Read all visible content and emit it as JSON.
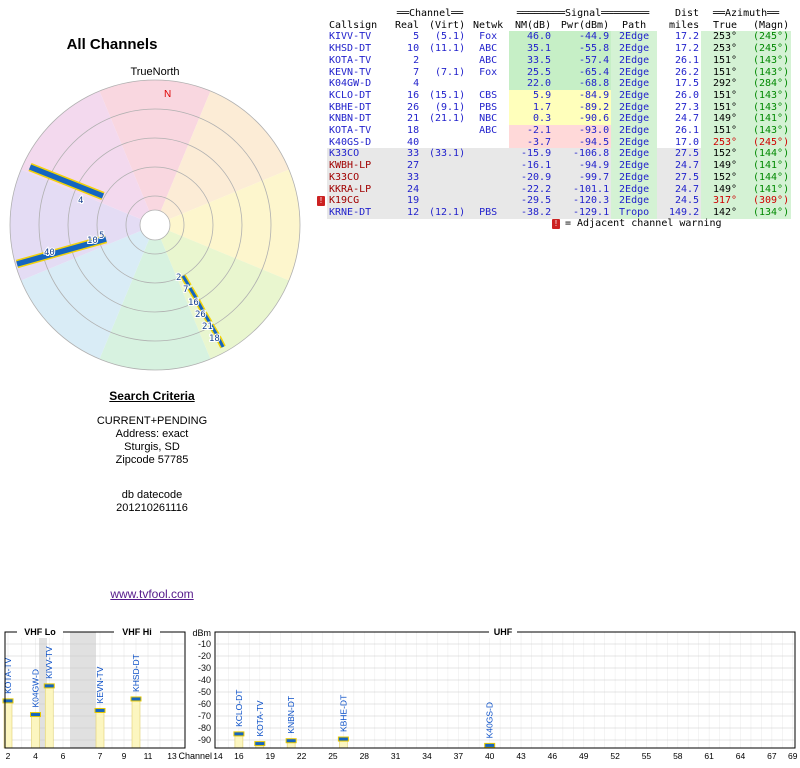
{
  "table": {
    "group_headers": {
      "channel": "══Channel══",
      "signal": "════════Signal════════",
      "dist": "Dist",
      "azimuth": "══Azimuth══"
    },
    "columns": [
      "Callsign",
      "Real",
      "(Virt)",
      "Netwk",
      "NM(dB)",
      "Pwr(dBm)",
      "Path",
      "miles",
      "True",
      "(Magn)"
    ],
    "legend": "= Adjacent channel warning",
    "rows": [
      {
        "callsign": "KIVV-TV",
        "real": "5",
        "virt": "(5.1)",
        "netwk": "Fox",
        "nm": "46.0",
        "pwr": "-44.9",
        "path": "2Edge",
        "miles": "17.2",
        "az_true": "253°",
        "az_magn": "(245°)",
        "grade": "green",
        "analog": false,
        "warning": false,
        "red_azimuth": false
      },
      {
        "callsign": "KHSD-DT",
        "real": "10",
        "virt": "(11.1)",
        "netwk": "ABC",
        "nm": "35.1",
        "pwr": "-55.8",
        "path": "2Edge",
        "miles": "17.2",
        "az_true": "253°",
        "az_magn": "(245°)",
        "grade": "green",
        "analog": false,
        "warning": false,
        "red_azimuth": false
      },
      {
        "callsign": "KOTA-TV",
        "real": "2",
        "virt": "",
        "netwk": "ABC",
        "nm": "33.5",
        "pwr": "-57.4",
        "path": "2Edge",
        "miles": "26.1",
        "az_true": "151°",
        "az_magn": "(143°)",
        "grade": "green",
        "analog": false,
        "warning": false,
        "red_azimuth": false
      },
      {
        "callsign": "KEVN-TV",
        "real": "7",
        "virt": "(7.1)",
        "netwk": "Fox",
        "nm": "25.5",
        "pwr": "-65.4",
        "path": "2Edge",
        "miles": "26.2",
        "az_true": "151°",
        "az_magn": "(143°)",
        "grade": "green",
        "analog": false,
        "warning": false,
        "red_azimuth": false
      },
      {
        "callsign": "K04GW-D",
        "real": "4",
        "virt": "",
        "netwk": "",
        "nm": "22.0",
        "pwr": "-68.8",
        "path": "2Edge",
        "miles": "17.5",
        "az_true": "292°",
        "az_magn": "(284°)",
        "grade": "green",
        "analog": false,
        "warning": false,
        "red_azimuth": false
      },
      {
        "callsign": "KCLO-DT",
        "real": "16",
        "virt": "(15.1)",
        "netwk": "CBS",
        "nm": "5.9",
        "pwr": "-84.9",
        "path": "2Edge",
        "miles": "26.0",
        "az_true": "151°",
        "az_magn": "(143°)",
        "grade": "yellow",
        "analog": false,
        "warning": false,
        "red_azimuth": false
      },
      {
        "callsign": "KBHE-DT",
        "real": "26",
        "virt": "(9.1)",
        "netwk": "PBS",
        "nm": "1.7",
        "pwr": "-89.2",
        "path": "2Edge",
        "miles": "27.3",
        "az_true": "151°",
        "az_magn": "(143°)",
        "grade": "yellow",
        "analog": false,
        "warning": false,
        "red_azimuth": false
      },
      {
        "callsign": "KNBN-DT",
        "real": "21",
        "virt": "(21.1)",
        "netwk": "NBC",
        "nm": "0.3",
        "pwr": "-90.6",
        "path": "2Edge",
        "miles": "24.7",
        "az_true": "149°",
        "az_magn": "(141°)",
        "grade": "yellow",
        "analog": false,
        "warning": false,
        "red_azimuth": false
      },
      {
        "callsign": "KOTA-TV",
        "real": "18",
        "virt": "",
        "netwk": "ABC",
        "nm": "-2.1",
        "pwr": "-93.0",
        "path": "2Edge",
        "miles": "26.1",
        "az_true": "151°",
        "az_magn": "(143°)",
        "grade": "pink",
        "analog": false,
        "warning": false,
        "red_azimuth": false
      },
      {
        "callsign": "K40GS-D",
        "real": "40",
        "virt": "",
        "netwk": "",
        "nm": "-3.7",
        "pwr": "-94.5",
        "path": "2Edge",
        "miles": "17.0",
        "az_true": "253°",
        "az_magn": "(245°)",
        "grade": "pink",
        "analog": false,
        "warning": false,
        "red_azimuth": true
      },
      {
        "callsign": "K33CO",
        "real": "33",
        "virt": "(33.1)",
        "netwk": "",
        "nm": "-15.9",
        "pwr": "-106.8",
        "path": "2Edge",
        "miles": "27.5",
        "az_true": "152°",
        "az_magn": "(144°)",
        "grade": "gray",
        "analog": false,
        "warning": false,
        "red_azimuth": false
      },
      {
        "callsign": "KWBH-LP",
        "real": "27",
        "virt": "",
        "netwk": "",
        "nm": "-16.1",
        "pwr": "-94.9",
        "path": "2Edge",
        "miles": "24.7",
        "az_true": "149°",
        "az_magn": "(141°)",
        "grade": "gray",
        "analog": true,
        "warning": false,
        "red_azimuth": false
      },
      {
        "callsign": "K33CO",
        "real": "33",
        "virt": "",
        "netwk": "",
        "nm": "-20.9",
        "pwr": "-99.7",
        "path": "2Edge",
        "miles": "27.5",
        "az_true": "152°",
        "az_magn": "(144°)",
        "grade": "gray",
        "analog": true,
        "warning": false,
        "red_azimuth": false
      },
      {
        "callsign": "KKRA-LP",
        "real": "24",
        "virt": "",
        "netwk": "",
        "nm": "-22.2",
        "pwr": "-101.1",
        "path": "2Edge",
        "miles": "24.7",
        "az_true": "149°",
        "az_magn": "(141°)",
        "grade": "gray",
        "analog": true,
        "warning": false,
        "red_azimuth": false
      },
      {
        "callsign": "K19CG",
        "real": "19",
        "virt": "",
        "netwk": "",
        "nm": "-29.5",
        "pwr": "-120.3",
        "path": "2Edge",
        "miles": "24.5",
        "az_true": "317°",
        "az_magn": "(309°)",
        "grade": "gray",
        "analog": true,
        "warning": true,
        "red_azimuth": true
      },
      {
        "callsign": "KRNE-DT",
        "real": "12",
        "virt": "(12.1)",
        "netwk": "PBS",
        "nm": "-38.2",
        "pwr": "-129.1",
        "path": "Tropo",
        "miles": "149.2",
        "az_true": "142°",
        "az_magn": "(134°)",
        "grade": "gray",
        "analog": false,
        "warning": false,
        "red_azimuth": false
      }
    ]
  },
  "search": {
    "heading": "Search Criteria",
    "lines": [
      "CURRENT+PENDING",
      "Address: exact",
      "Sturgis, SD",
      "Zipcode 57785"
    ],
    "db_label": "db datecode",
    "db_value": "201210261116"
  },
  "link": "www.tvfool.com",
  "chart_data": [
    {
      "type": "radar",
      "title": "All Channels",
      "north_label": "TrueNorth",
      "compass": "N",
      "radial_unit": "NM(dB)",
      "points": [
        {
          "label": "4",
          "azimuth_true_deg": 292,
          "nm_db": 22.0
        },
        {
          "label": "40",
          "azimuth_true_deg": 253,
          "nm_db": -3.7
        },
        {
          "label": "10",
          "azimuth_true_deg": 253,
          "nm_db": 35.1
        },
        {
          "label": "5",
          "azimuth_true_deg": 253,
          "nm_db": 46.0
        },
        {
          "label": "2",
          "azimuth_true_deg": 151,
          "nm_db": 33.5
        },
        {
          "label": "7",
          "azimuth_true_deg": 151,
          "nm_db": 25.5
        },
        {
          "label": "16",
          "azimuth_true_deg": 151,
          "nm_db": 5.9
        },
        {
          "label": "26",
          "azimuth_true_deg": 151,
          "nm_db": 1.7
        },
        {
          "label": "21",
          "azimuth_true_deg": 149,
          "nm_db": 0.3
        },
        {
          "label": "18",
          "azimuth_true_deg": 151,
          "nm_db": -2.1
        }
      ]
    },
    {
      "type": "bar",
      "ylabel": "dBm",
      "xlabel": "Channel",
      "ylim": [
        -97,
        0
      ],
      "y_ticks": [
        -10,
        -20,
        -30,
        -40,
        -50,
        -60,
        -70,
        -80,
        -90
      ],
      "band_labels": [
        "VHF Lo",
        "VHF Hi",
        "UHF"
      ],
      "vhf_ticks": [
        2,
        4,
        6,
        7,
        9,
        11,
        13
      ],
      "uhf_ticks": [
        14,
        16,
        19,
        22,
        25,
        28,
        31,
        34,
        37,
        40,
        43,
        46,
        49,
        52,
        55,
        58,
        61,
        64,
        67,
        69
      ],
      "bars": [
        {
          "callsign": "KOTA-TV",
          "channel": 2,
          "dbm": -57.4
        },
        {
          "callsign": "K04GW-D",
          "channel": 4,
          "dbm": -68.8
        },
        {
          "callsign": "KIVV-TV",
          "channel": 5,
          "dbm": -44.9
        },
        {
          "callsign": "KEVN-TV",
          "channel": 7,
          "dbm": -65.4
        },
        {
          "callsign": "KHSD-DT",
          "channel": 10,
          "dbm": -55.8
        },
        {
          "callsign": "KCLO-DT",
          "channel": 16,
          "dbm": -84.9
        },
        {
          "callsign": "KOTA-TV",
          "channel": 18,
          "dbm": -93.0
        },
        {
          "callsign": "KNBN-DT",
          "channel": 21,
          "dbm": -90.6
        },
        {
          "callsign": "KBHE-DT",
          "channel": 26,
          "dbm": -89.2
        },
        {
          "callsign": "K40GS-D",
          "channel": 40,
          "dbm": -94.5
        }
      ]
    }
  ]
}
